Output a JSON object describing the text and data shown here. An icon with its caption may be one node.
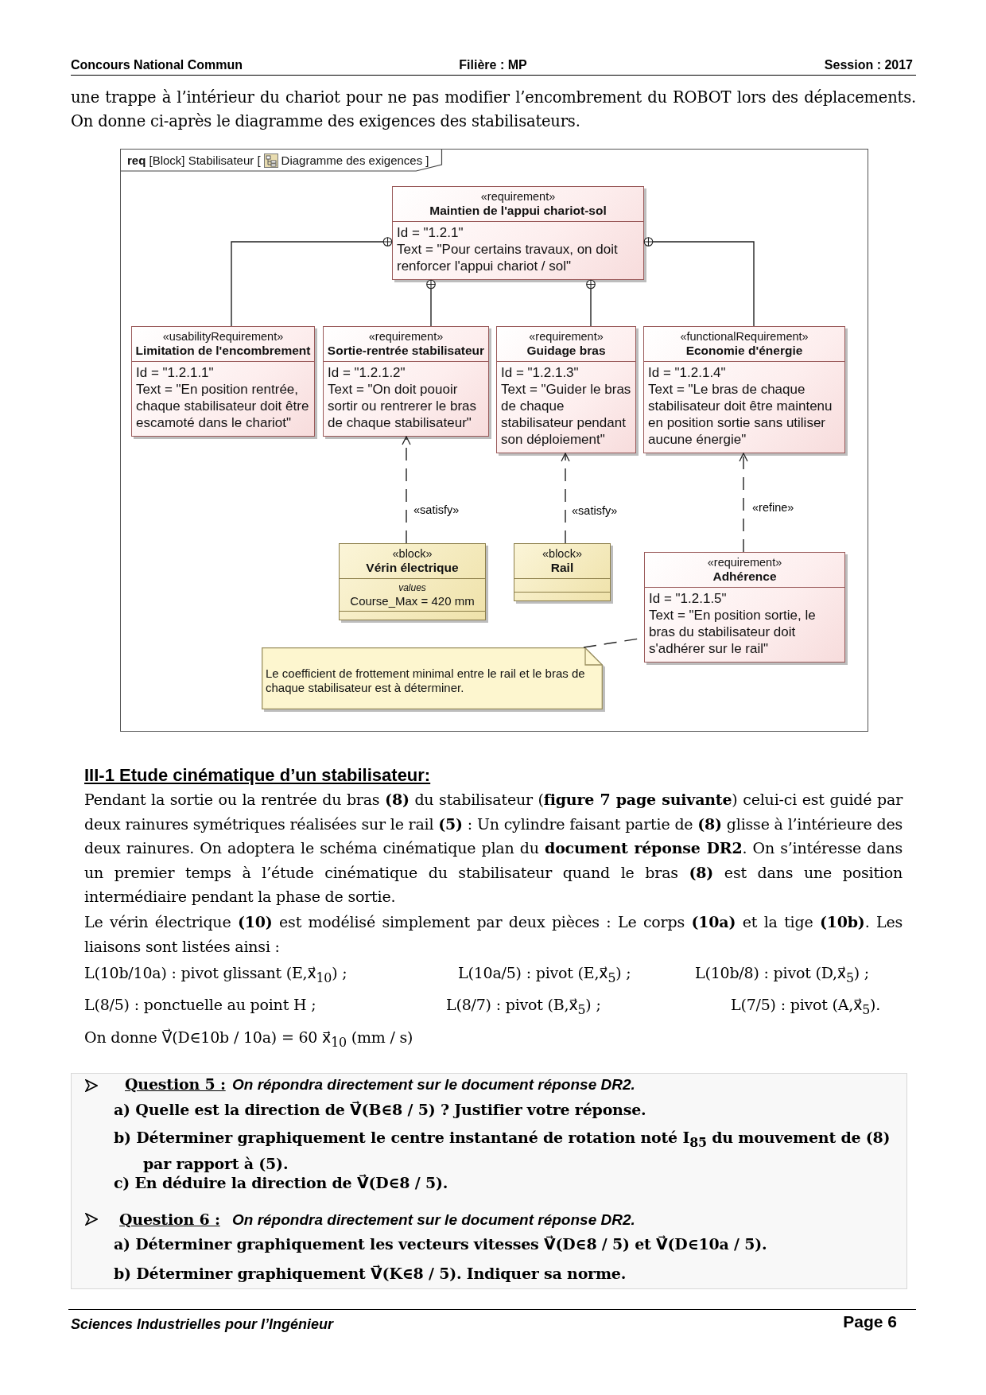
{
  "diagram": {
    "nodes": [
      {
        "text": [
          "**req** [Block] Stabilisateur [",
          "Diagramme des exigences ]"
        ]
      },
      {
        "text": [
          "«requirement»",
          "Maintien de l'appui chariot-sol",
          "Id = \"1.2.1\"",
          "Text = \"Pour certains travaux, on doit renforcer l'appui chariot / sol\""
        ],
        "in": 0
      },
      {
        "text": [
          "«usabilityRequirement»",
          "Limitation de l'encombrement",
          "Id = \"1.2.1.1\"",
          "Text = \"En position rentrée, chaque stabilisateur doit être escamoté dans le chariot\""
        ],
        "in": 0
      },
      {
        "text": [
          "«requirement»",
          "Sortie-rentrée stabilisateur",
          "Id = \"1.2.1.2\"",
          "Text = \"On doit pouoir sortir ou rentrerer le bras de chaque stabilisateur\""
        ],
        "in": 0
      },
      {
        "text": [
          "«requirement»",
          "Guidage bras",
          "Id = \"1.2.1.3\"",
          "Text = \"Guider le bras de chaque stabilisateur pendant son déploiement\""
        ],
        "in": 0
      },
      {
        "text": [
          "«functionalRequirement»",
          "Economie d'énergie",
          "Id = \"1.2.1.4\"",
          "Text = \"Le bras de chaque stabilisateur doit être maintenu en position sortie sans utiliser aucune énergie\""
        ],
        "in": 0
      },
      {
        "text": [
          "«block»",
          "Vérin électrique",
          "values",
          "Course_Max = 420 mm"
        ],
        "in": 0
      },
      {
        "text": [
          "«block»",
          "Rail"
        ],
        "in": 0
      },
      {
        "text": [
          "«requirement»",
          "Adhérence",
          "Id = \"1.2.1.5\"",
          "Text = \"En position sortie, le bras du stabilisateur doit s'adhérer sur le rail\""
        ],
        "in": 0
      },
      {
        "text": [
          "Le coefficient de frottement minimal entre le rail  et le bras de chaque stabilisateur est à déterminer."
        ],
        "in": 0
      }
    ],
    "edges": [
      {
        "from": 2,
        "to": 1,
        "arrow": "other"
      },
      {
        "from": 3,
        "to": 1,
        "arrow": "other"
      },
      {
        "from": 4,
        "to": 1,
        "arrow": "other"
      },
      {
        "from": 5,
        "to": 1,
        "arrow": "other"
      },
      {
        "from": 6,
        "to": 3,
        "arrow": "to",
        "style": "dashed",
        "label": "«satisfy»"
      },
      {
        "from": 7,
        "to": 4,
        "arrow": "to",
        "style": "dashed",
        "label": "«satisfy»"
      },
      {
        "from": 8,
        "to": 5,
        "arrow": "to",
        "style": "dashed",
        "label": "«refine»"
      },
      {
        "from": 9,
        "to": 8,
        "arrow": "none",
        "style": "dashed"
      }
    ],
    "labels": [
      "Concours National Commun",
      "Filière : MP",
      "Session : 2017",
      "une trappe à l’intérieur du chariot  pour ne pas modifier l’encombrement du ROBOT lors des déplacements. On donne ci-après le diagramme des exigences des stabilisateurs.",
      "III-1 Etude cinématique d’un stabilisateur:",
      "Pendant la sortie ou la rentrée du bras **(8)**  du stabilisateur (**figure 7 page suivante**) celui-ci est guidé par deux rainures symétriques  réalisées sur le rail **(5)** : Un cylindre faisant partie de **(8)** glisse à l’intérieure des deux rainures. On adoptera le schéma cinématique plan du **document réponse DR2**. On s’intéresse dans un premier temps à l’étude cinématique du stabilisateur quand le bras **(8)** est dans une position intermédiaire pendant la phase de sortie.",
      "Le vérin électrique **(10)** est modélisé simplement par deux pièces :  Le corps  **(10a)** et la tige **(10b)**. Les liaisons sont listées ainsi :",
      "L(10b/10a) :  pivot  glissant  (E,x⃗$_{10}$) ;",
      "L(10a/5) :  pivot  (E,x⃗$_{5}$) ;",
      "L(10b/8) :  pivot  (D,x⃗$_{5}$) ;",
      "L(8/5) : ponctuelle au point H ;",
      "L(8/7) : pivot (B,x⃗$_{5}$) ;",
      "L(7/5) : pivot (A,x⃗$_{5}$).",
      "On donne  V⃗(D∈10b / 10a) = 60 x⃗$_{10}$   (mm / s)",
      "Question 5 :",
      "On répondra directement  sur  le  document réponse DR2.",
      "a)  Quelle est la direction de  V⃗(B∈8 / 5) ? Justifier votre réponse.",
      "b)  Déterminer graphiquement le centre instantané de rotation noté I$_{85}$ du mouvement de (8) par rapport à (5).",
      "c)  En déduire la direction de   V⃗(D∈8 / 5).",
      "Question 6 :",
      "On répondra directement sur le document réponse DR2.",
      "a)  Déterminer graphiquement les vecteurs vitesses V⃗(D∈8 / 5)   et   V⃗(D∈10a / 5).",
      "b)  Déterminer  graphiquement   V⃗(K∈8 / 5). Indiquer sa norme.",
      "Sciences Industrielles pour l’Ingénieur",
      "Page 6"
    ]
  }
}
